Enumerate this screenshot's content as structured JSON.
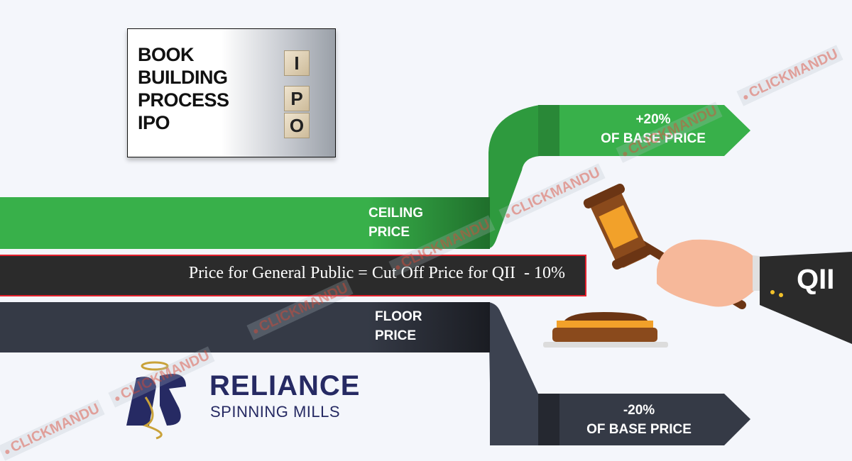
{
  "thumbnail": {
    "title_lines": [
      "BOOK",
      "BUILDING",
      "PROCESS",
      "IPO"
    ],
    "cubes": [
      "I",
      "P",
      "O"
    ]
  },
  "ceiling": {
    "label_line1": "CEILING",
    "label_line2": "PRICE",
    "upper_line1": "+20%",
    "upper_line2": "OF BASE PRICE"
  },
  "formula": "Price for General Public = Cut Off Price for QII  - 10%",
  "floor": {
    "label_line1": "FLOOR",
    "label_line2": "PRICE",
    "lower_line1": "-20%",
    "lower_line2": "OF BASE PRICE"
  },
  "investor_label": "QII",
  "brand": {
    "name": "RELIANCE",
    "sub": "SPINNING MILLS",
    "logo_letters": "RS"
  },
  "watermark": "CLICKMANDU",
  "colors": {
    "green": "#38b04a",
    "navy": "#353a46",
    "formula_bg": "#2b2b2b",
    "formula_border": "#e3202c",
    "brand": "#262a63"
  }
}
